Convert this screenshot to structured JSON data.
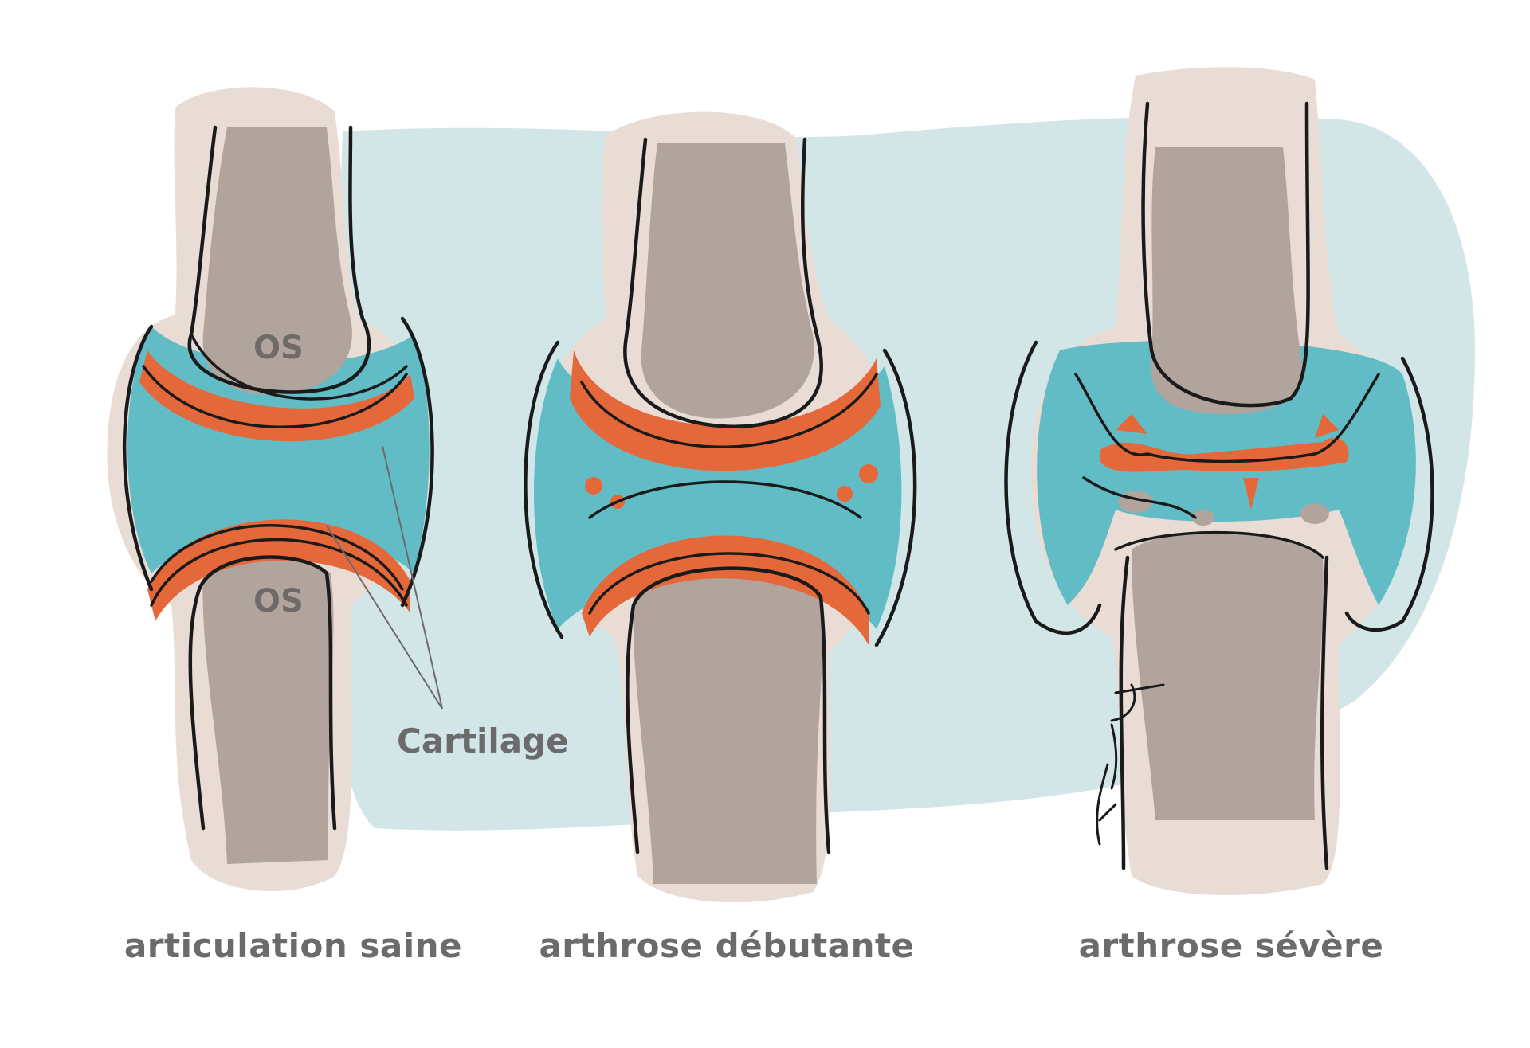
{
  "labels": {
    "os_upper": "OS",
    "os_lower": "OS",
    "cartilage": "Cartilage"
  },
  "captions": {
    "healthy": "articulation saine",
    "early": "arthrose débutante",
    "severe": "arthrose sévère"
  },
  "colors": {
    "background_wash": "#d2e5e7",
    "skin": "#e8dcd5",
    "bone": "#b1a49d",
    "synovial_fluid": "#62bcc6",
    "cartilage": "#e5683b",
    "text": "#6b6b6b"
  }
}
